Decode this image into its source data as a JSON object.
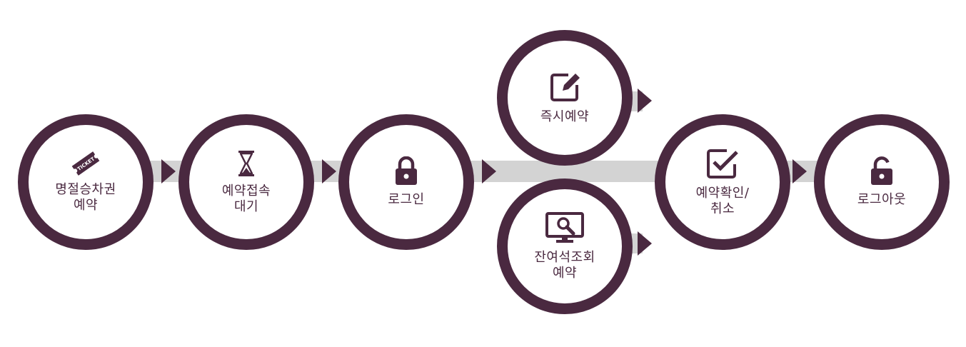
{
  "colors": {
    "ring": "#4a2940",
    "track": "#d3d3d3",
    "background": "#ffffff"
  },
  "steps": {
    "ticket": {
      "line1": "명절승차권",
      "line2": "예약",
      "icon": "ticket-icon",
      "icon_text": "TICKET"
    },
    "queue": {
      "line1": "예약접속",
      "line2": "대기",
      "icon": "hourglass-icon"
    },
    "login": {
      "line1": "로그인",
      "icon": "lock-closed-icon"
    },
    "instant": {
      "line1": "즉시예약",
      "icon": "edit-icon"
    },
    "remaining": {
      "line1": "잔여석조회",
      "line2": "예약",
      "icon": "monitor-search-icon"
    },
    "confirm": {
      "line1": "예약확인/",
      "line2": "취소",
      "icon": "checkbox-icon"
    },
    "logout": {
      "line1": "로그아웃",
      "icon": "lock-open-icon"
    }
  }
}
